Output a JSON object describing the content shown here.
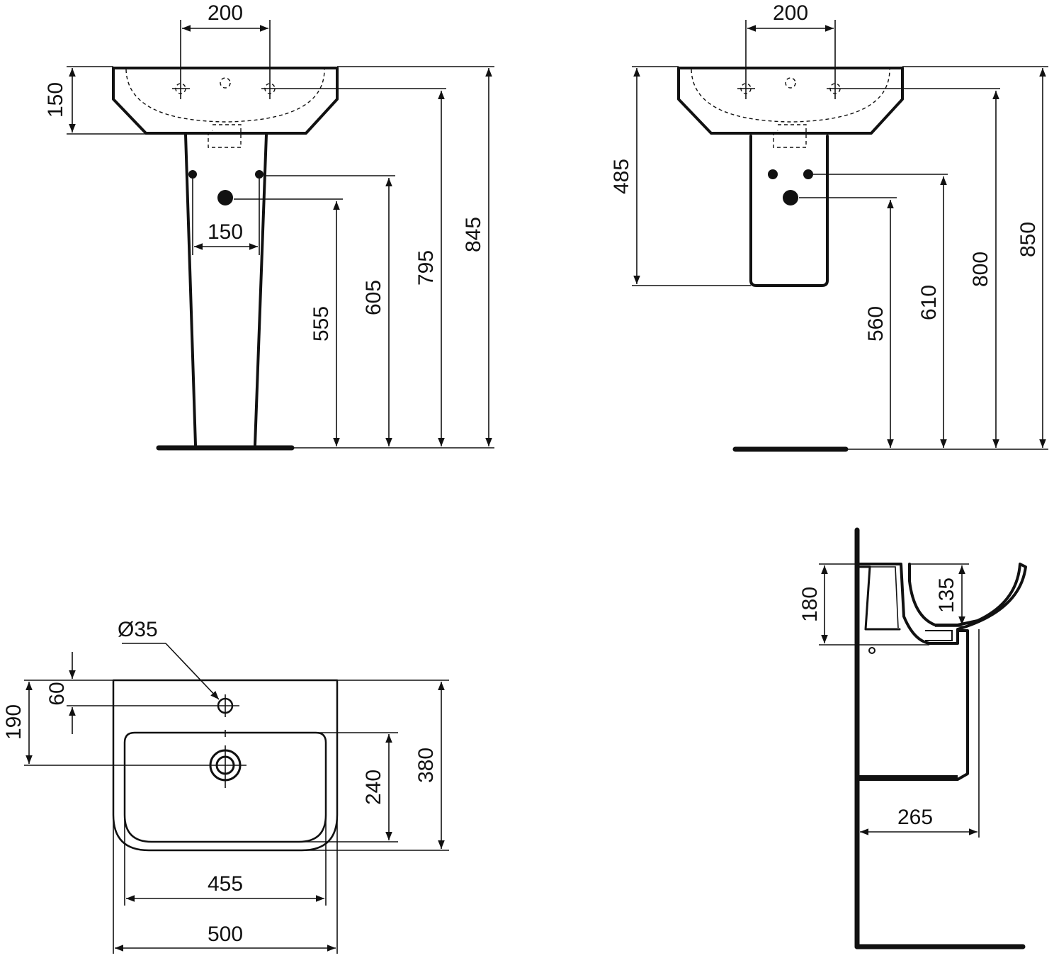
{
  "front_view_pedestal": {
    "tap_hole_spacing": "200",
    "basin_height": "150",
    "fixing_spacing": "150",
    "waste_height": "555",
    "supply_height": "605",
    "tap_height": "795",
    "overall_height": "845"
  },
  "front_view_semi_pedestal": {
    "tap_hole_spacing": "200",
    "semi_pedestal_height": "485",
    "waste_height": "560",
    "supply_height": "610",
    "tap_height": "800",
    "overall_height": "850"
  },
  "plan_view": {
    "tap_hole_diameter": "Ø35",
    "tap_hole_offset": "60",
    "waste_offset": "190",
    "bowl_depth": "240",
    "overall_depth": "380",
    "bowl_width": "455",
    "overall_width": "500"
  },
  "side_view": {
    "rim_height": "180",
    "bowl_depth": "135",
    "projection": "265"
  }
}
